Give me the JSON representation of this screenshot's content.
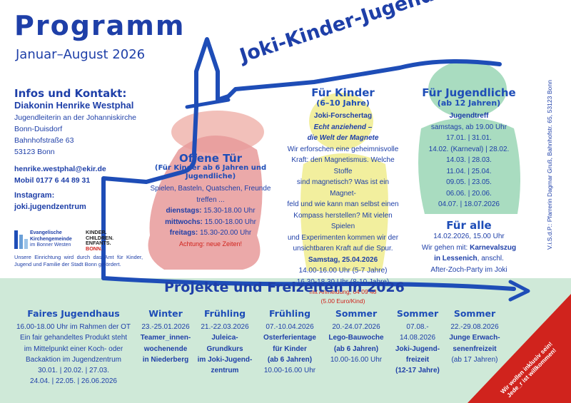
{
  "header": {
    "title": "Programm",
    "subtitle": "Januar–August 2026",
    "banner": "Joki-Kinder-Jugend"
  },
  "infos": {
    "heading": "Infos und Kontakt:",
    "name": "Diakonin Henrike Westphal",
    "lines": [
      "Jugendleiterin an der Johanniskirche",
      "Bonn-Duisdorf",
      "Bahnhofstraße 63",
      "53123 Bonn"
    ],
    "email": "henrike.westphal@ekir.de",
    "mobile": "Mobil 0177 6 44 89 31",
    "instagram_label": "Instagram:",
    "instagram_handle": "joki.jugendzentrum"
  },
  "logos": {
    "evangelisch": [
      "Evangelische",
      "Kirchengemeinde",
      "im Bonner Westen"
    ],
    "kinder": [
      "KINDER.",
      "CHILDREN.",
      "ENFANTS.",
      "BONN."
    ]
  },
  "notice": "Unsere Einrichtung wird durch das Amt für Kinder, Jugend und Familie der Stadt Bonn gefördert.",
  "offene_tuer": {
    "head": "Offene Tür",
    "sub": "(Für Kinder ab 6 Jahren und Jugendliche)",
    "desc": "Spielen, Basteln, Quatschen, Freunde treffen ...",
    "times": [
      {
        "day": "dienstags:",
        "time": " 15.30-18.00 Uhr"
      },
      {
        "day": "mittwochs:",
        "time": " 15.00-18.00 Uhr"
      },
      {
        "day": "freitags:",
        "time": " 15.30-20.00 Uhr"
      }
    ],
    "note": "Achtung: neue Zeiten!"
  },
  "fuer_kinder": {
    "head": "Für Kinder",
    "sub": "(6–10 Jahre)",
    "event": "Joki-Forschertag",
    "tagline1": "Echt anziehend –",
    "tagline2": "die Welt der Magnete",
    "desc": [
      "Wir erforschen eine geheimnisvolle",
      "Kraft: den Magnetismus. Welche Stoffe",
      "sind magnetisch? Was ist ein Magnet-",
      "feld und wie kann man selbst einen",
      "Kompass herstellen? Mit vielen Spielen",
      "und Experimenten kommen wir der",
      "unsichtbaren Kraft auf die Spur."
    ],
    "date": "Samstag, 25.04.2026",
    "times": [
      "14.00-16.00 Uhr (5-7 Jahre)",
      "16.30-18.30 Uhr (8-10 Jahre)"
    ],
    "signup": "mit Anmeldung, 64 09 48",
    "price": "(5.00 Euro/Kind)"
  },
  "fuer_jugendliche": {
    "head": "Für Jugendliche",
    "sub": "(ab 12 Jahren)",
    "event": "Jugendtreff",
    "time": "samstags, ab 19.00 Uhr",
    "dates": [
      "17.01. | 31.01.",
      "14.02. (Karneval) | 28.02.",
      "14.03. | 28.03.",
      "11.04. | 25.04.",
      "09.05. | 23.05.",
      "06.06. | 20.06.",
      "04.07. | 18.07.2026"
    ]
  },
  "fuer_alle": {
    "head": "Für alle",
    "line1": "14.02.2026, 15.00 Uhr",
    "line2a": "Wir gehen mit: ",
    "line2b": "Karnevalszug",
    "line3": "in Lessenich",
    "line3b": ", anschl.",
    "line4": "After-Zoch-Party im Joki"
  },
  "vertical_text": "V.i.S.d.P.: Pfarrerin Dagmar Gruß, Bahnhofstr. 65, 53123 Bonn",
  "projects": {
    "title": "Projekte und Freizeiten in 2026",
    "columns": [
      {
        "head": "Faires Jugendhaus",
        "lines": [
          "16.00-18.00 Uhr im Rahmen der OT",
          "Ein fair gehandeltes Produkt steht",
          "im Mittelpunkt einer Koch- oder",
          "Backaktion im Jugendzentrum",
          "30.01. | 20.02. | 27.03.",
          "24.04. | 22.05. | 26.06.2026"
        ],
        "bold": []
      },
      {
        "head": "Winter",
        "lines": [
          "23.-25.01.2026",
          "Teamer_innen-",
          "wochenende",
          "in Niederberg"
        ],
        "bold": [
          1,
          2,
          3
        ]
      },
      {
        "head": "Frühling",
        "lines": [
          "21.-22.03.2026",
          "Juleica-",
          "Grundkurs",
          "im Joki-Jugend-",
          "zentrum"
        ],
        "bold": [
          1,
          2,
          3,
          4
        ]
      },
      {
        "head": "Frühling",
        "lines": [
          "07.-10.04.2026",
          "Osterferientage",
          "für Kinder",
          "(ab 6 Jahren)",
          "10.00-16.00 Uhr"
        ],
        "bold": [
          1,
          2,
          3
        ]
      },
      {
        "head": "Sommer",
        "lines": [
          "20.-24.07.2026",
          "Lego-Bauwoche",
          "(ab 6 Jahren)",
          "10.00-16.00 Uhr"
        ],
        "bold": [
          1,
          2
        ]
      },
      {
        "head": "Sommer",
        "lines": [
          "07.08.-",
          "14.08.2026",
          "Joki-Jugend-",
          "freizeit",
          "(12-17 Jahre)"
        ],
        "bold": [
          2,
          3,
          4
        ]
      },
      {
        "head": "Sommer",
        "lines": [
          "22.-29.08.2026",
          "Junge Erwach-",
          "senenfreizeit",
          "(ab 17 Jahren)"
        ],
        "bold": [
          1,
          2
        ]
      }
    ]
  },
  "corner": "Wir wollen inklusiv sein! Jede_r ist willkommen!",
  "colors": {
    "blue": "#1e4db7",
    "red": "#d0231d",
    "green_band": "#cfe9d8",
    "pink_blob": "#e89a9a",
    "yellow_blob": "#f2ef9e",
    "green_blob": "#a9dcc0"
  }
}
